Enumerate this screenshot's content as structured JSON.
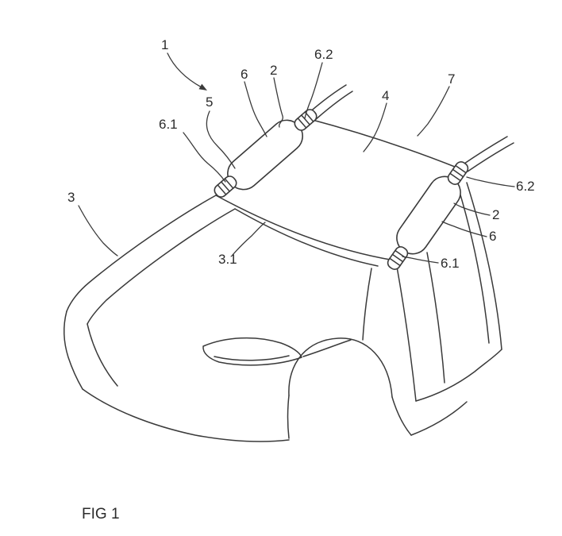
{
  "figure": {
    "caption": "FIG 1",
    "refs": {
      "r1": "1",
      "r5": "5",
      "r6_left": "6",
      "r2_left": "2",
      "r62_left": "6.2",
      "r4": "4",
      "r7": "7",
      "r61_left": "6.1",
      "r3": "3",
      "r31": "3.1",
      "r62_right": "6.2",
      "r2_right": "2",
      "r6_right": "6",
      "r61_right": "6.1"
    }
  }
}
